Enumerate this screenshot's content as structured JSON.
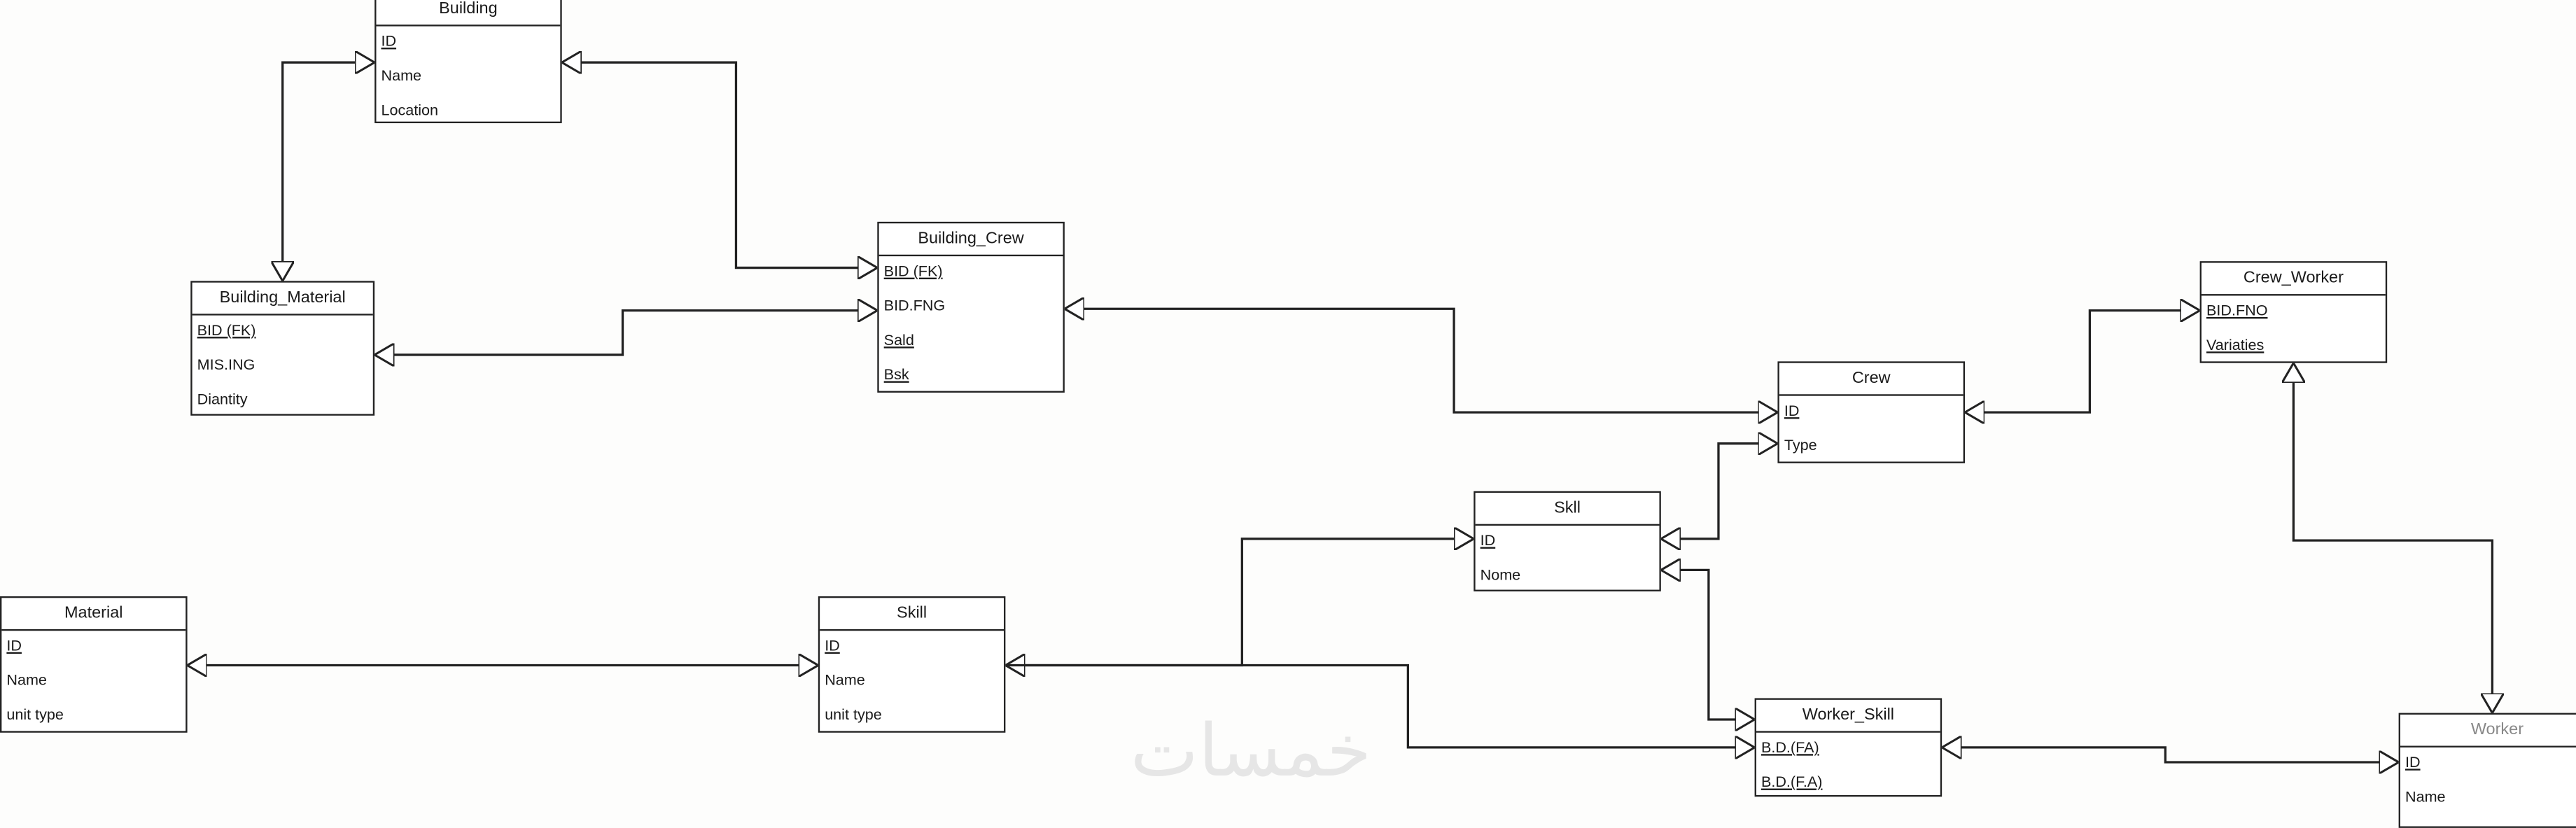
{
  "watermark": "خمسات",
  "entities": [
    {
      "id": "building",
      "title": "Building",
      "fields": [
        {
          "name": "ID",
          "pk": true
        },
        {
          "name": "Name"
        },
        {
          "name": "Location"
        }
      ]
    },
    {
      "id": "building-material",
      "title": "Building_Material",
      "fields": [
        {
          "name": "BID (FK)",
          "pk": true
        },
        {
          "name": "MIS.ING"
        },
        {
          "name": "Diantity"
        }
      ]
    },
    {
      "id": "building-crew",
      "title": "Building_Crew",
      "fields": [
        {
          "name": "BID (FK)",
          "pk": true
        },
        {
          "name": "BID.FNG"
        },
        {
          "name": "Sald",
          "pk": true
        },
        {
          "name": "Bsk",
          "pk": true
        }
      ]
    },
    {
      "id": "crew",
      "title": "Crew",
      "fields": [
        {
          "name": "ID",
          "pk": true
        },
        {
          "name": "Type"
        }
      ]
    },
    {
      "id": "crew-worker",
      "title": "Crew_Worker",
      "fields": [
        {
          "name": "BID.FNO",
          "pk": true
        },
        {
          "name": "Variaties",
          "pk": true
        }
      ]
    },
    {
      "id": "skll",
      "title": "Skll",
      "fields": [
        {
          "name": "ID",
          "pk": true
        },
        {
          "name": "Nome"
        }
      ]
    },
    {
      "id": "material",
      "title": "Material",
      "fields": [
        {
          "name": "ID",
          "pk": true
        },
        {
          "name": "Name"
        },
        {
          "name": "unit type"
        }
      ]
    },
    {
      "id": "skill",
      "title": "Skill",
      "fields": [
        {
          "name": "ID",
          "pk": true
        },
        {
          "name": "Name"
        },
        {
          "name": "unit type"
        }
      ]
    },
    {
      "id": "worker-skill",
      "title": "Worker_Skill",
      "fields": [
        {
          "name": "B.D.(FA)",
          "pk": true
        },
        {
          "name": "B.D.(F.A)",
          "pk": true
        }
      ]
    },
    {
      "id": "worker",
      "title": "Worker",
      "title_muted": true,
      "fields": [
        {
          "name": "ID",
          "pk": true
        },
        {
          "name": "Name"
        }
      ]
    }
  ]
}
